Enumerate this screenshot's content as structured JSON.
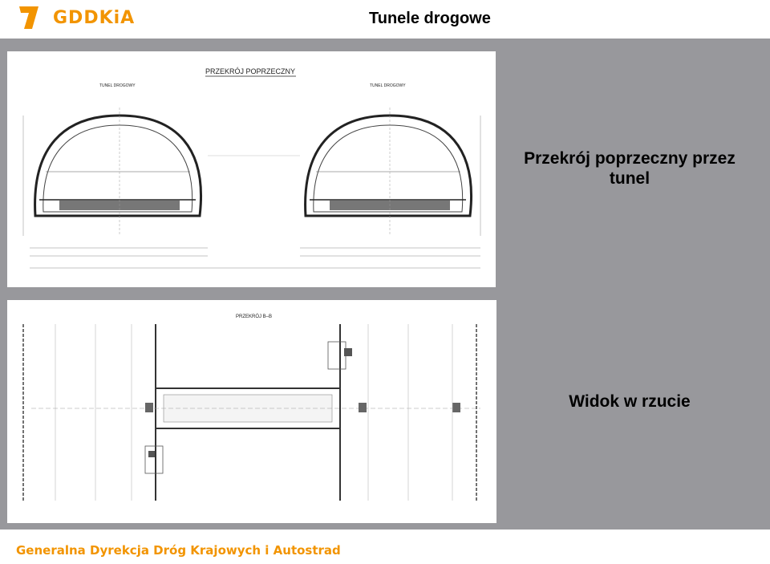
{
  "header": {
    "logo_text": "GDDKiA",
    "title": "Tunele drogowe"
  },
  "slides": {
    "cross_section": {
      "drawing_title": "PRZEKRÓJ POPRZECZNY",
      "tunnel_label_left": "TUNEL DROGOWY",
      "tunnel_label_right": "TUNEL DROGOWY",
      "caption": "Przekrój poprzeczny przez tunel"
    },
    "plan_view": {
      "drawing_title": "PRZEKRÓJ B–B",
      "caption": "Widok w rzucie"
    }
  },
  "footer": {
    "text": "Generalna Dyrekcja Dróg Krajowych i Autostrad"
  },
  "colors": {
    "brand_orange": "#f29400",
    "content_gray": "#98989c"
  }
}
